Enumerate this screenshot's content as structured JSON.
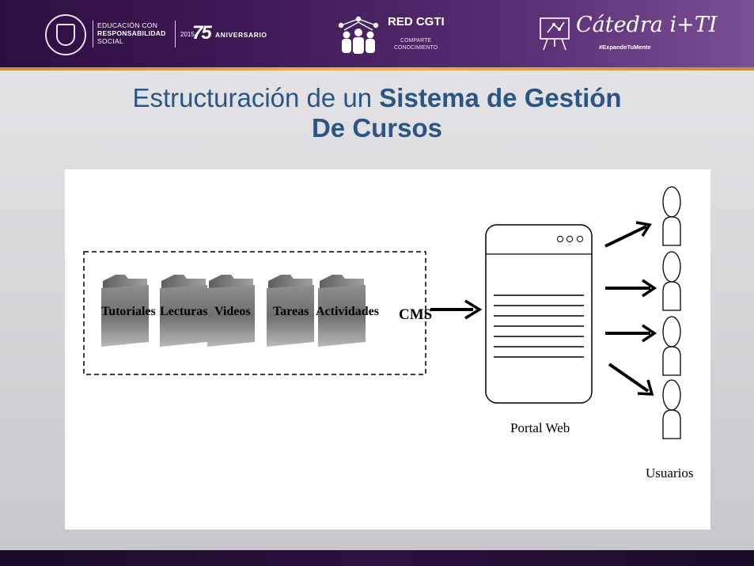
{
  "header": {
    "logo_left": {
      "seal_icon": "university-seal-icon",
      "line1": "EDUCACIÓN CON",
      "line2": "RESPONSABILIDAD",
      "line3": "SOCIAL",
      "year": "2015",
      "anniversary_number": "75",
      "anniversary_text": "ANIVERSARIO"
    },
    "logo_center": {
      "icon": "people-network-icon",
      "name": "RED CGTI",
      "sub1": "COMPARTE",
      "sub2": "CONOCIMIENTO"
    },
    "logo_right": {
      "icon": "presentation-board-icon",
      "name": "Cátedra i+TI",
      "tagline": "#ExpandeTuMente"
    }
  },
  "title": {
    "prefix": "Estructuración de un ",
    "bold_line1": "Sistema de Gestión",
    "bold_line2": "De Cursos"
  },
  "diagram": {
    "folders": [
      "Tutoriales",
      "Lecturas",
      "Videos",
      "Tareas",
      "Actividades"
    ],
    "cms_label": "CMS",
    "portal_label": "Portal Web",
    "users_label": "Usuarios"
  },
  "colors": {
    "header_purple": "#3f1a58",
    "accent_orange": "#f0b04a",
    "title_blue": "#2a5585"
  }
}
